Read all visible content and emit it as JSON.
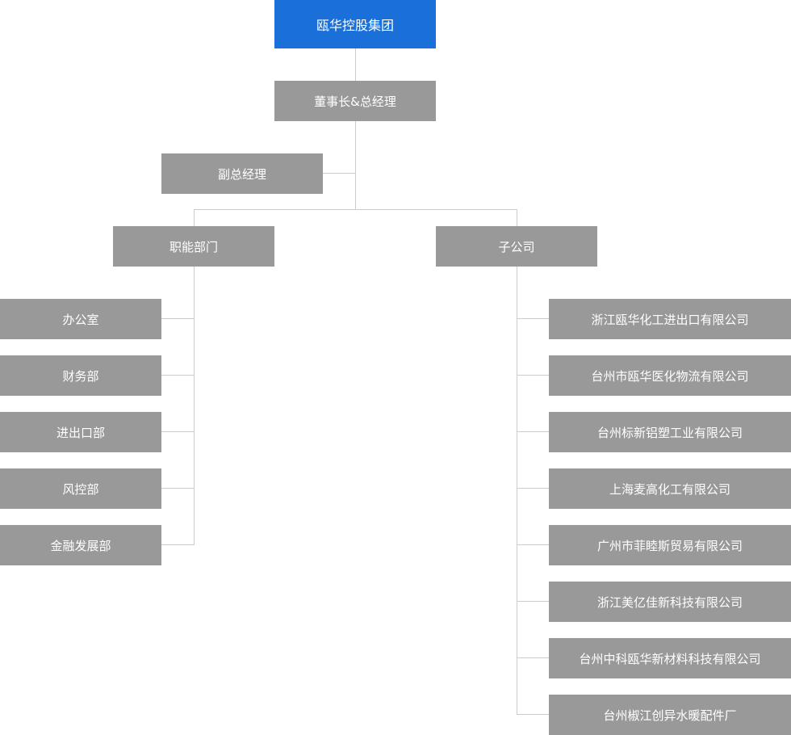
{
  "org_chart": {
    "root": "瓯华控股集团",
    "chairman": "董事长&总经理",
    "deputy": "副总经理",
    "functional": {
      "label": "职能部门",
      "departments": [
        "办公室",
        "财务部",
        "进出口部",
        "风控部",
        "金融发展部"
      ]
    },
    "subsidiaries": {
      "label": "子公司",
      "companies": [
        "浙江瓯华化工进出口有限公司",
        "台州市瓯华医化物流有限公司",
        "台州标新铝塑工业有限公司",
        "上海麦高化工有限公司",
        "广州市菲睦斯贸易有限公司",
        "浙江美亿佳新科技有限公司",
        "台州中科瓯华新材料科技有限公司",
        "台州椒江创异水暖配件厂"
      ]
    }
  },
  "colors": {
    "root_box": "#1a6fd9",
    "node_box": "#999999",
    "connector": "#cccccc",
    "text": "#ffffff"
  }
}
